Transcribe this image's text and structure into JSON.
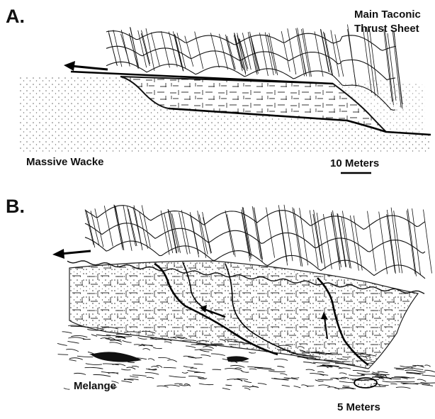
{
  "panel_a": {
    "letter": "A.",
    "sheet_label_line1": "Main Taconic",
    "sheet_label_line2": "Thrust Sheet",
    "rock_label": "Massive Wacke",
    "scale_label": "10 Meters"
  },
  "panel_b": {
    "letter": "B.",
    "rock_label": "Melange",
    "scale_label": "5 Meters"
  }
}
